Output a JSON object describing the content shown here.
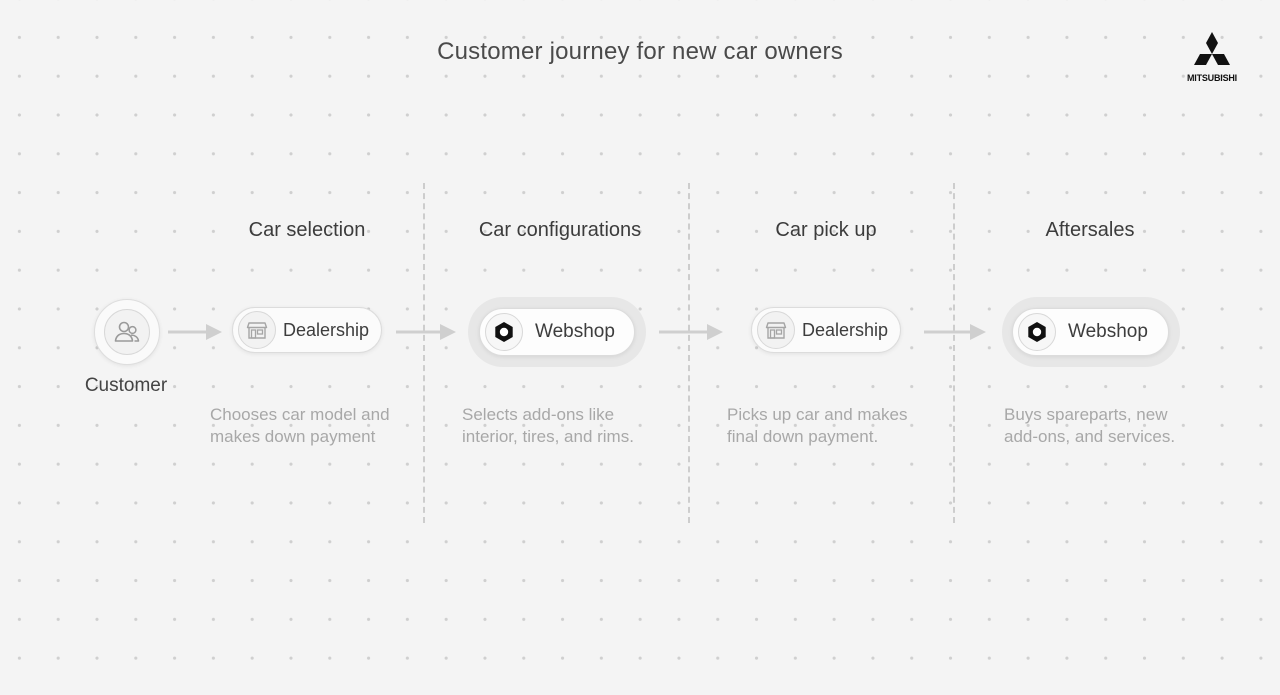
{
  "title": "Customer journey for new car owners",
  "logo": {
    "text": "MITSUBISHI",
    "icon": "three-diamonds-logo"
  },
  "customer": {
    "label": "Customer",
    "icon": "users-icon"
  },
  "stages": [
    {
      "title": "Car selection",
      "channel": {
        "label": "Dealership",
        "icon": "store-icon"
      },
      "description": [
        "Chooses car model and",
        "makes down payment"
      ]
    },
    {
      "title": "Car configurations",
      "channel": {
        "label": "Webshop",
        "icon": "hexagon-icon"
      },
      "description": [
        "Selects add-ons like",
        "interior, tires, and rims."
      ]
    },
    {
      "title": "Car pick up",
      "channel": {
        "label": "Dealership",
        "icon": "store-icon"
      },
      "description": [
        "Picks up car and makes",
        "final down payment."
      ]
    },
    {
      "title": "Aftersales",
      "channel": {
        "label": "Webshop",
        "icon": "hexagon-icon"
      },
      "description": [
        "Buys spareparts, new",
        "add-ons, and services."
      ]
    }
  ]
}
